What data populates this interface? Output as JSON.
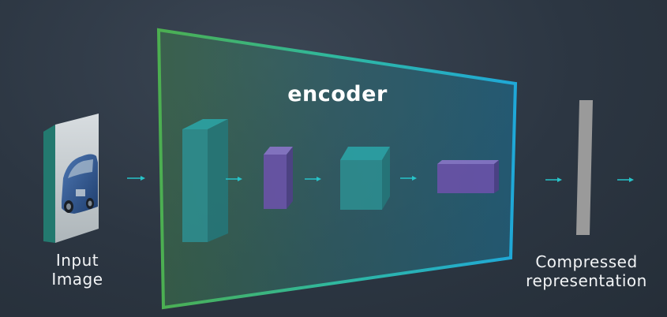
{
  "diagram": {
    "encoder_label": "encoder",
    "input_label_line1": "Input",
    "input_label_line2": "Image",
    "output_label_line1": "Compressed",
    "output_label_line2": "representation",
    "input_icon": "car-photo",
    "colors": {
      "background": "#2c3642",
      "encoder_border_start": "#4caf50",
      "encoder_border_end": "#1fa8d8",
      "teal_block": "#2e8b8f",
      "purple_block": "#6a52a8",
      "code_bar": "#9a9a9a",
      "arrow": "#27c3c9"
    }
  }
}
